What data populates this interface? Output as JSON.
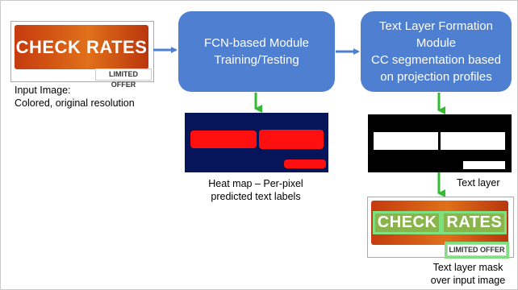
{
  "input": {
    "ad_text": "CHECK RATES",
    "tag_text": "LIMITED OFFER",
    "caption_lines": [
      "Input Image:",
      "Colored, original resolution"
    ]
  },
  "fcn_module": {
    "lines": [
      "FCN-based Module",
      "Training/Testing"
    ]
  },
  "text_layer_module": {
    "lines": [
      "Text Layer Formation",
      "Module",
      "CC segmentation based",
      "on projection profiles"
    ]
  },
  "heatmap": {
    "caption_lines": [
      "Heat map – Per-pixel",
      "predicted text labels"
    ]
  },
  "text_layer": {
    "caption": "Text layer"
  },
  "mask": {
    "word1": "CHECK",
    "word2": "RATES",
    "tag_text": "LIMITED OFFER",
    "caption_lines": [
      "Text layer mask",
      "over input image"
    ]
  },
  "colors": {
    "module_fill": "#4f7fd0",
    "flow_arrow": "#4f7fd0",
    "output_arrow": "#33bb33",
    "heatmap_bg": "#06145a",
    "heatmap_text": "#ff1010",
    "ad_orange": "#e0701a"
  }
}
